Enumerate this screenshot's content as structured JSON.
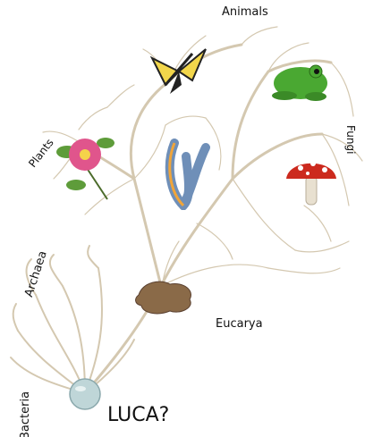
{
  "labels": {
    "animals": "Animals",
    "plants": "Plants",
    "fungi": "Fungi",
    "archaea": "Archaea",
    "eucarya": "Eucarya",
    "bacteria": "Bacteria",
    "luca": "LUCA?"
  },
  "colors": {
    "branch": "#d4c8b0",
    "background": "#ffffff",
    "text": "#111111"
  },
  "organisms": [
    "butterfly",
    "frog",
    "rose",
    "nudibranch",
    "mushroom",
    "amoeba",
    "luca-cell"
  ]
}
